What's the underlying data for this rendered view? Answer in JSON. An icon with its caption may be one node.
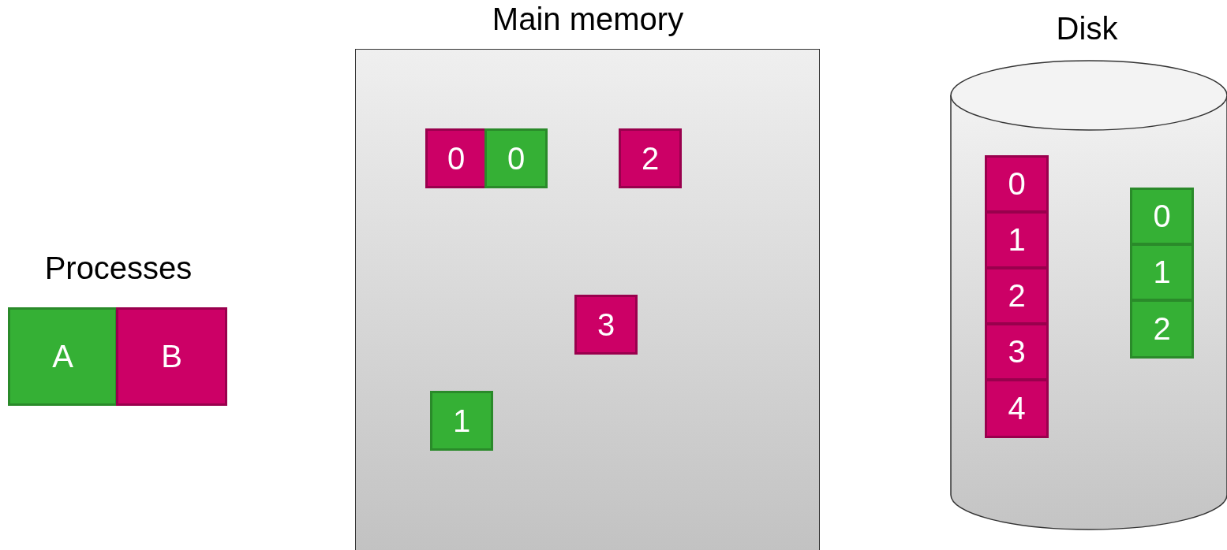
{
  "diagram": {
    "nodes": [
      {
        "text": [
          "A"
        ]
      },
      {
        "text": [
          "B"
        ]
      },
      {
        "text": [
          "Main memory"
        ]
      },
      {
        "text": [
          "0"
        ],
        "in": 2
      },
      {
        "text": [
          "0"
        ],
        "in": 2
      },
      {
        "text": [
          "2"
        ],
        "in": 2
      },
      {
        "text": [
          "3"
        ],
        "in": 2
      },
      {
        "text": [
          "1"
        ],
        "in": 2
      },
      {
        "text": [
          "Disk"
        ]
      },
      {
        "text": [
          "0"
        ],
        "in": 8
      },
      {
        "text": [
          "1"
        ],
        "in": 8
      },
      {
        "text": [
          "2"
        ],
        "in": 8
      },
      {
        "text": [
          "3"
        ],
        "in": 8
      },
      {
        "text": [
          "4"
        ],
        "in": 8
      },
      {
        "text": [
          "0"
        ],
        "in": 8
      },
      {
        "text": [
          "1"
        ],
        "in": 8
      },
      {
        "text": [
          "2"
        ],
        "in": 8
      }
    ],
    "edges": [],
    "labels": [
      "Processes"
    ]
  }
}
